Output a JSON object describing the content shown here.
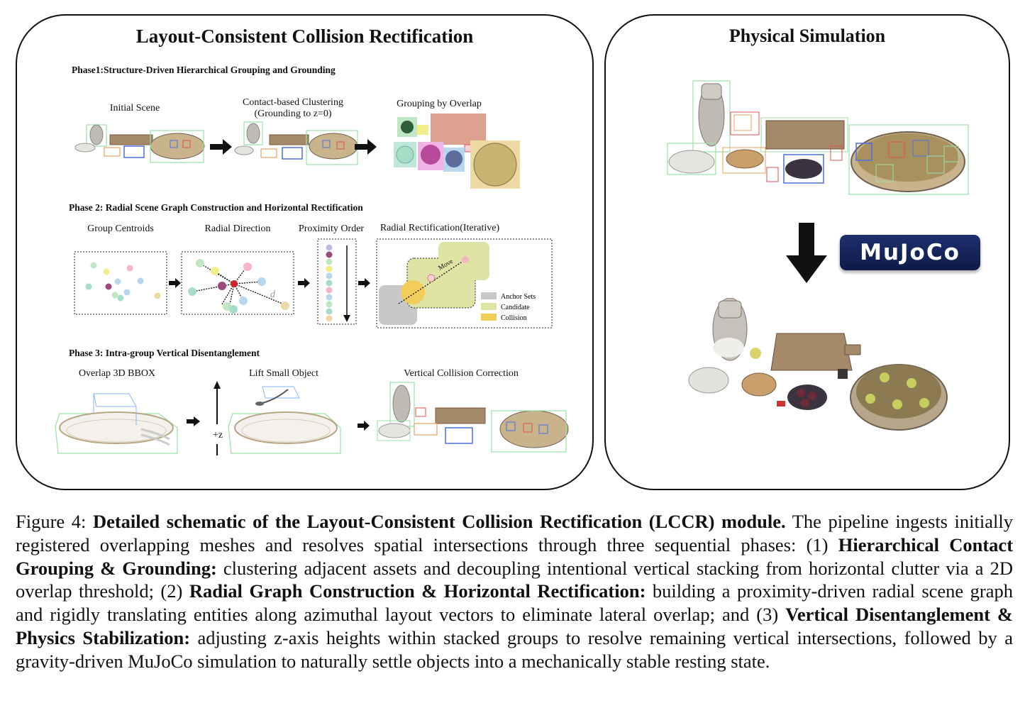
{
  "left_panel": {
    "title": "Layout-Consistent Collision Rectification",
    "phase1": {
      "title": "Phase1:Structure-Driven Hierarchical Grouping and Grounding",
      "step1": "Initial Scene",
      "step2_line1": "Contact-based Clustering",
      "step2_line2": "(Grounding to z=0)",
      "step3": "Grouping by Overlap"
    },
    "phase2": {
      "title": "Phase 2: Radial Scene Graph Construction and Horizontal Rectification",
      "step1": "Group Centroids",
      "step2": "Radial Direction",
      "step3": "Proximity Order",
      "step4": "Radial Rectification(Iterative)",
      "distance_label": "d",
      "move_label": "Move",
      "legend": [
        "Anchor Sets",
        "Candidate",
        "Collision"
      ]
    },
    "phase3": {
      "title": "Phase 3: Intra-group Vertical Disentanglement",
      "step1": "Overlap 3D BBOX",
      "step2": "Lift Small Object",
      "step3": "Vertical Collision Correction",
      "axis_label": "+z"
    }
  },
  "right_panel": {
    "title": "Physical Simulation",
    "engine_logo": "MuJoCo"
  },
  "caption": {
    "figure_label": "Figure 4:",
    "title": "Detailed schematic of the Layout-Consistent Collision Rectification (LCCR) module.",
    "text1": "The pipeline ingests initially registered overlapping meshes and resolves spatial intersections through three sequential phases: (1)",
    "bold1": "Hierarchical Contact Grouping & Grounding:",
    "text2": "clustering adjacent assets and decoupling intentional vertical stacking from horizontal clutter via a 2D overlap threshold; (2)",
    "bold2": "Radial Graph Construction & Horizontal Rectification:",
    "text3": "building a proximity-driven radial scene graph and rigidly translating entities along azimuthal layout vectors to eliminate lateral overlap; and (3)",
    "bold3": "Vertical Disentanglement & Physics Stabilization:",
    "text4": "adjusting z-axis heights within stacked groups to resolve remaining vertical intersections, followed by a gravity-driven MuJoCo simulation to naturally settle objects into a mechanically stable resting state."
  },
  "colors": {
    "anchor": "#c8c8c8",
    "candidate": "#dfe3a3",
    "collision": "#f3cd5a",
    "bbox_green": "#9be0a8",
    "bbox_blue": "#4b6fe0",
    "bbox_red": "#e05050"
  }
}
